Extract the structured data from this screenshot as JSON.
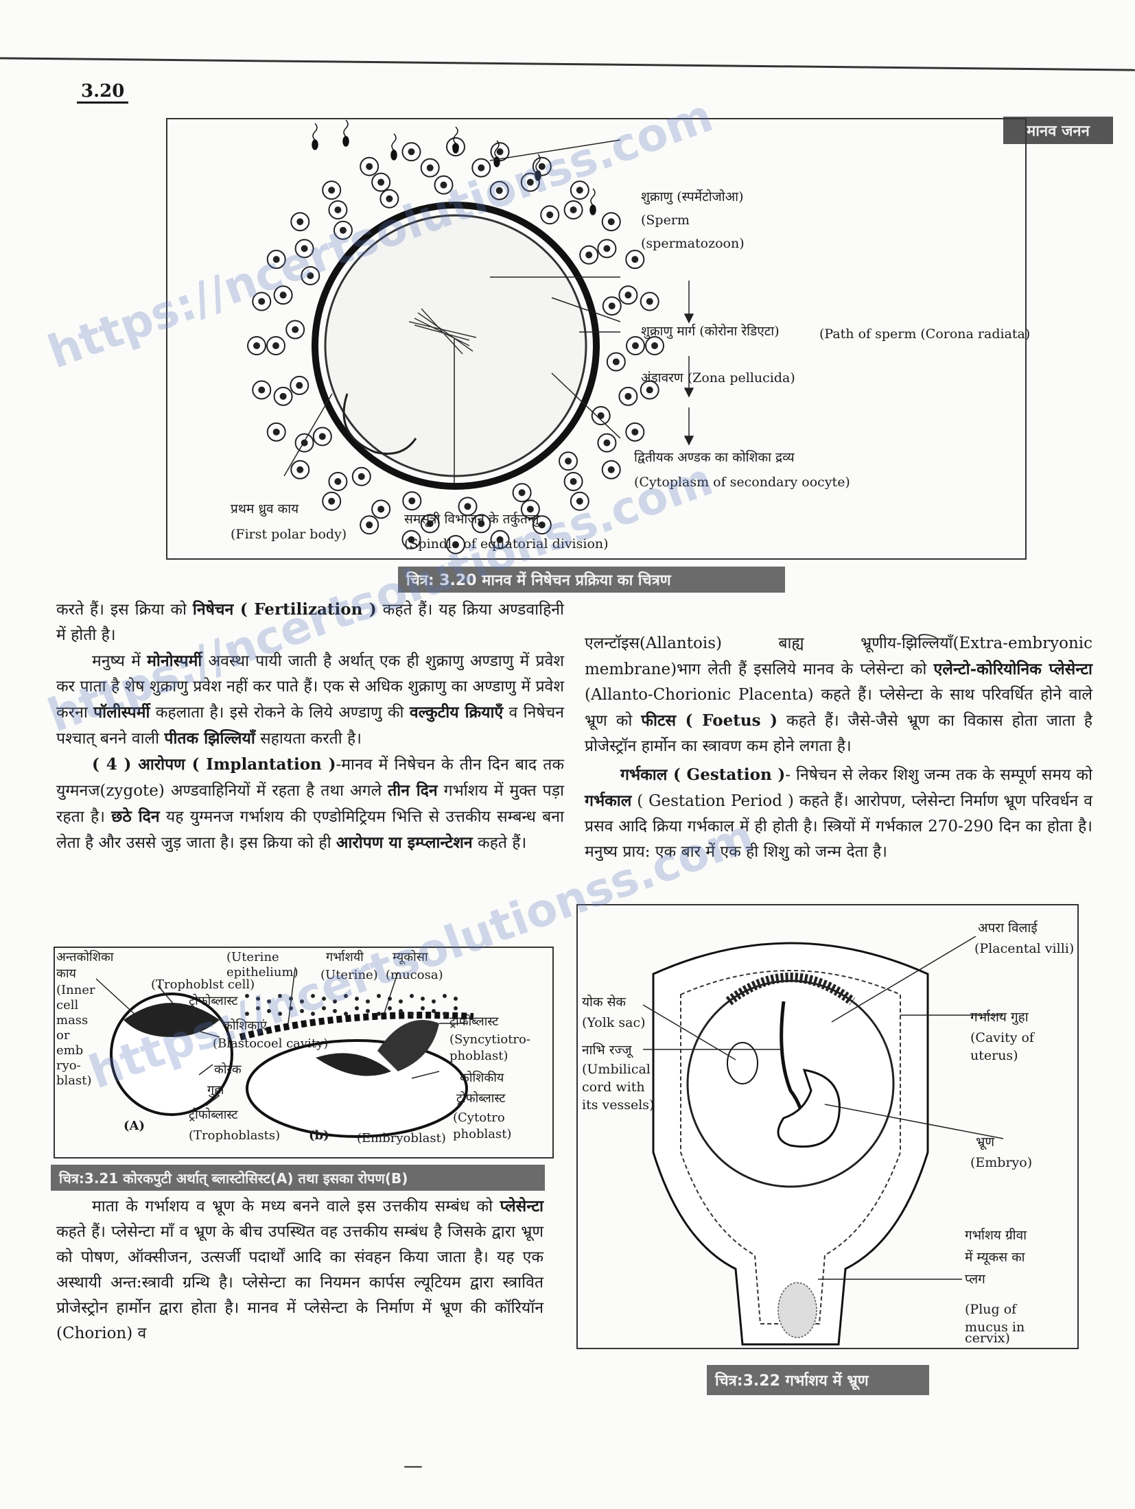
{
  "page": {
    "page_number": "3.20",
    "header_tag": "मानव जनन",
    "watermark": "https://ncertsolutionss.com",
    "footer_mark": "—"
  },
  "figure_320": {
    "caption": "चित्र: 3.20 मानव में निषेचन प्रक्रिया का चित्रण",
    "labels": {
      "sperm_hi": "शुक्राणु (स्पर्मेटोजोआ)",
      "sperm_en1": "(Sperm",
      "sperm_en2": "(spermatozoon)",
      "path_hi": "शुक्राणु मार्ग (कोरोना रेडिएटा)",
      "path_en": "(Path of sperm (Corona radiata)",
      "zona": "अंडावरण (Zona pellucida)",
      "cyto_hi": "द्वितीयक अण्डक का कोशिका द्रव्य",
      "cyto_en": "(Cytoplasm of secondary oocyte)",
      "polar_hi": "प्रथम ध्रुव काय",
      "polar_en": "(First polar body)",
      "spindle_hi": "समसूत्री विभाजन के तर्कुतन्तु",
      "spindle_en": "(Spindle of equatorial division)"
    }
  },
  "left_col": {
    "para1": [
      "करते हैं। इस क्रिया को ",
      "निषेचन ( Fertilization )",
      " कहते हैं। यह क्रिया अण्डवाहिनी में होती है।"
    ],
    "para2": [
      "मनुष्य में ",
      "मोनोस्पर्मी",
      " अवस्था पायी जाती है अर्थात् एक ही शुक्राणु अण्डाणु में प्रवेश कर पाता है शेष शुक्राणु प्रवेश नहीं कर पाते हैं। एक से अधिक शुक्राणु का अण्डाणु में प्रवेश करना ",
      "पॉलीस्पर्मी",
      " कहलाता है। इसे रोकने के लिये अण्डाणु की ",
      "वल्कुटीय क्रियाएँ",
      " व निषेचन पश्चात् बनने वाली ",
      "पीतक झिल्लियाँ",
      " सहायता करती है।"
    ],
    "para3": [
      "( 4 ) आरोपण ( Implantation )",
      "-मानव में निषेचन के तीन दिन बाद तक युग्मनज(zygote) अण्डवाहिनियों में रहता है तथा अगले ",
      "तीन दिन",
      " गर्भाशय में मुक्त पड़ा रहता है। ",
      "छठे दिन",
      " यह युग्मनज गर्भाशय की एण्डोमिट्रियम भित्ति से उत्तकीय सम्बन्ध बना लेता है और उससे जुड़ जाता है। इस क्रिया को ही ",
      "आरोपण या इम्प्लान्टेशन",
      " कहते हैं।"
    ],
    "para4": [
      "माता के गर्भाशय व भ्रूण के मध्य बनने वाले इस उत्तकीय सम्बंध को ",
      "प्लेसेन्टा",
      " कहते हैं। प्लेसेन्टा माँ व भ्रूण के बीच उपस्थित वह उत्तकीय सम्बंध है जिसके द्वारा भ्रूण को पोषण, ऑक्सीजन, उत्सर्जी पदार्थों आदि का संवहन किया जाता है। यह एक अस्थायी अन्त:स्त्रावी ग्रन्थि है। प्लेसेन्टा का नियमन कार्पस ल्यूटियम द्वारा स्त्रावित प्रोजेस्ट्रोन हार्मोन द्वारा होता है। मानव में प्लेसेन्टा के निर्माण में भ्रूण की कॉरियॉन (Chorion) व"
    ]
  },
  "right_col": {
    "para1": [
      "एलन्टॉइस(Allantois) बाह्य भ्रूणीय-झिल्लियाँ(Extra-embryonic membrane)भाग लेती हैं इसलिये मानव के प्लेसेन्टा को ",
      "एलेन्टो-कोरियोनिक प्लेसेन्टा",
      " (Allanto-Chorionic Placenta) कहते हैं। प्लेसेन्टा के साथ परिवर्धित होने वाले भ्रूण को ",
      "फीटस ( Foetus )",
      " कहते हैं। जैसे-जैसे भ्रूण का विकास होता जाता है प्रोजेस्ट्रॉन हार्मोन का स्त्रावण कम होने लगता है।"
    ],
    "para2": [
      "गर्भकाल ( Gestation )",
      "- निषेचन से लेकर शिशु जन्म तक के सम्पूर्ण समय को ",
      "गर्भकाल",
      " ( Gestation Period ) कहते हैं। आरोपण, प्लेसेन्टा निर्माण भ्रूण परिवर्धन व प्रसव आदि क्रिया गर्भकाल में ही होती है। स्त्रियों में गर्भकाल 270-290 दिन का होता है। मनुष्य प्राय: एक बार में एक ही शिशु को जन्म देता है।"
    ]
  },
  "figure_321": {
    "caption": "चित्र:3.21 कोरकपुटी अर्थात् ब्लास्टोसिस्ट(A) तथा इसका रोपण(B)",
    "labels": {
      "icm_hi1": "अन्तकोशिका",
      "icm_hi2": "काय",
      "icm_en": [
        "(Inner",
        "cell",
        "mass",
        "or",
        "emb",
        "ryo-",
        "blast)"
      ],
      "trophoblast_cell": "(Trophoblst cell)",
      "trophoblast_hi1": "ट्रोफोब्लास्ट",
      "cells_hi": "कोशिकाएं",
      "blastocoel": "(Blastocoel cavity)",
      "cavity_hi1": "कोरक",
      "cavity_hi2": "गुहा",
      "trophoblast_hi2": "ट्रोफोब्लास्ट",
      "trophoblasts_en": "(Trophoblasts)",
      "label_a": "(A)",
      "label_b": "(b)",
      "uterine_epi1": "(Uterine",
      "uterine_epi2": "epithelium)",
      "uterine_hi": "गर्भाशयी",
      "uterine_en": "(Uterine)",
      "mucosa_hi": "म्यूकोसा",
      "mucosa_en": "(mucosa)",
      "syncytio_hi": "ट्रोफोब्लास्ट",
      "syncytio_en1": "(Syncytiotro-",
      "syncytio_en2": "phoblast)",
      "cyto_hi1": "कोशिकीय",
      "cyto_hi2": "ट्रोफोब्लास्ट",
      "cyto_en1": "(Cytotro",
      "cyto_en2": "phoblast)",
      "embryoblast": "(Embryoblast)"
    }
  },
  "figure_322": {
    "caption": "चित्र:3.22 गर्भाशय में भ्रूण",
    "labels": {
      "villi_hi": "अपरा विलाई",
      "villi_en": "(Placental villi)",
      "yolk_hi": "योक सेक",
      "yolk_en": "(Yolk sac)",
      "umb_hi": "नाभि रज्जू",
      "umb_en": [
        "(Umbilical",
        "cord with",
        "its vessels)"
      ],
      "cavity_hi": "गर्भाशय गुहा",
      "cavity_en": [
        "(Cavity of",
        "uterus)"
      ],
      "embryo_hi": "भ्रूण",
      "embryo_en": "(Embryo)",
      "plug_hi": [
        "गर्भाशय ग्रीवा",
        "में म्यूकस का",
        "प्लग"
      ],
      "plug_en": [
        "(Plug of",
        "mucus in",
        "cervix)"
      ]
    }
  }
}
